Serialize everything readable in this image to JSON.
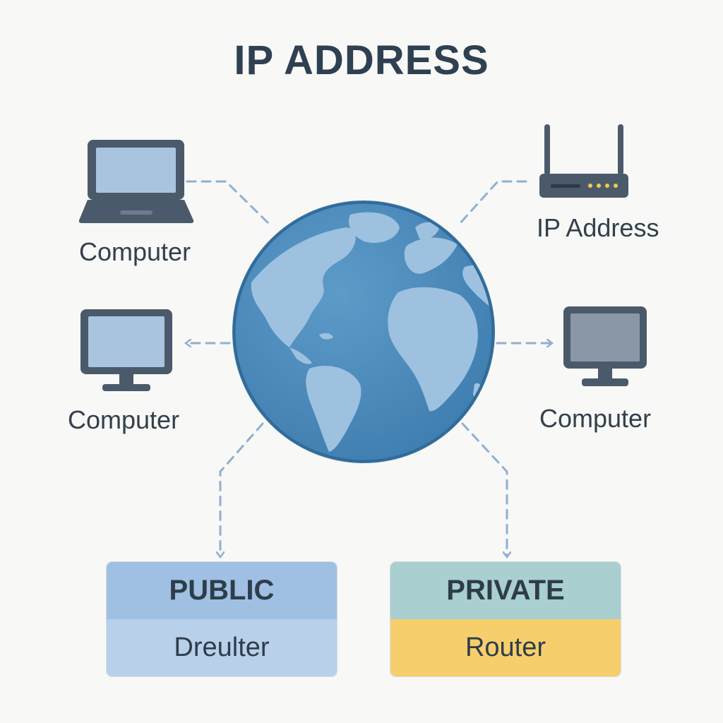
{
  "title": "IP ADDRESS",
  "nodes": {
    "laptop": {
      "label": "Computer",
      "icon": "laptop-icon"
    },
    "monitor_left": {
      "label": "Computer",
      "icon": "monitor-icon"
    },
    "router": {
      "label": "IP Address",
      "icon": "router-icon"
    },
    "monitor_right": {
      "label": "Computer",
      "icon": "monitor-icon"
    },
    "center": {
      "icon": "globe-icon"
    }
  },
  "boxes": {
    "public": {
      "title": "PUBLIC",
      "subtitle": "Dreulter"
    },
    "private": {
      "title": "PRIVATE",
      "subtitle": "Router"
    }
  },
  "colors": {
    "title": "#2e4051",
    "device_frame": "#4b5a6b",
    "device_screen": "#a9c4df",
    "globe_ocean": "#4f8dbd",
    "globe_land": "#9ec1df",
    "connector": "#8fb0d1",
    "public_top": "#9fc0e2",
    "public_bottom": "#b8d0ea",
    "private_top": "#a9cfd0",
    "private_bottom": "#f6cf6c",
    "router_led": "#f2c94c"
  }
}
